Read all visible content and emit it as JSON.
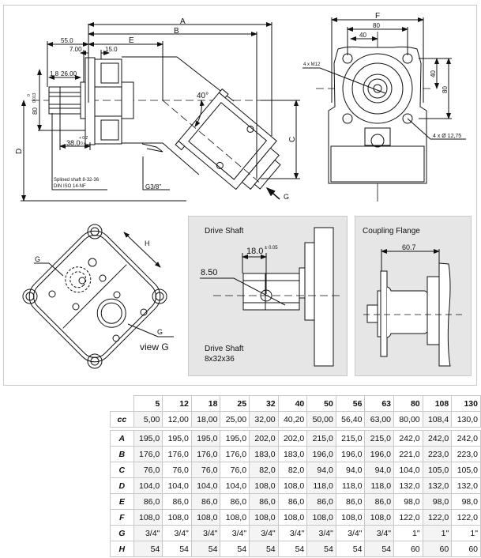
{
  "drawing": {
    "side_view": {
      "dim_labels": {
        "A": "A",
        "B": "B",
        "E": "E",
        "C": "C",
        "D": "D",
        "d55": "55.0",
        "d7": "7.00",
        "d15": "15.0",
        "d1_8": "1.8",
        "d26": "26.00",
        "d80": "80",
        "tol_80_upper": "0",
        "tol_80_lower": "0,013",
        "d38": "38.0",
        "tol_38_upper": "+ 0.2",
        "tol_38_lower": "0.4",
        "angle": "40°",
        "port": "G3/8\"",
        "view_arrow": "G"
      },
      "note_line1": "Splined shaft 8-32-36",
      "note_line2": "DIN ISO 14-NF"
    },
    "front_view": {
      "dim_labels": {
        "F": "F",
        "d80h": "80",
        "d40h": "40",
        "d40v": "40",
        "d80v": "80"
      },
      "thread_callout": "4 x M12",
      "hole_callout": "4 x  Ø 12,75"
    },
    "port_view": {
      "labels": {
        "H": "H",
        "G_left": "G",
        "G_right": "G",
        "view": "view G"
      }
    },
    "drive_shaft_panel": {
      "title": "Drive Shaft",
      "dim_length": "18.0",
      "dim_tol": "± 0.05",
      "dim_pin": "8.50",
      "caption_line1": "Drive Shaft",
      "caption_line2": "8x32x36"
    },
    "coupling_panel": {
      "title": "Coupling Flange",
      "dim_length": "60.7"
    }
  },
  "table": {
    "columns": [
      "5",
      "12",
      "18",
      "25",
      "32",
      "40",
      "50",
      "56",
      "63",
      "80",
      "108",
      "130"
    ],
    "cc_row": {
      "label": "cc",
      "values": [
        "5,00",
        "12,00",
        "18,00",
        "25,00",
        "32,00",
        "40,20",
        "50,00",
        "56,40",
        "63,00",
        "80,00",
        "108,4",
        "130,0"
      ]
    },
    "rows": [
      {
        "label": "A",
        "values": [
          "195,0",
          "195,0",
          "195,0",
          "195,0",
          "202,0",
          "202,0",
          "215,0",
          "215,0",
          "215,0",
          "242,0",
          "242,0",
          "242,0"
        ]
      },
      {
        "label": "B",
        "values": [
          "176,0",
          "176,0",
          "176,0",
          "176,0",
          "183,0",
          "183,0",
          "196,0",
          "196,0",
          "196,0",
          "221,0",
          "223,0",
          "223,0"
        ]
      },
      {
        "label": "C",
        "values": [
          "76,0",
          "76,0",
          "76,0",
          "76,0",
          "82,0",
          "82,0",
          "94,0",
          "94,0",
          "94,0",
          "104,0",
          "105,0",
          "105,0"
        ]
      },
      {
        "label": "D",
        "values": [
          "104,0",
          "104,0",
          "104,0",
          "104,0",
          "108,0",
          "108,0",
          "118,0",
          "118,0",
          "118,0",
          "132,0",
          "132,0",
          "132,0"
        ]
      },
      {
        "label": "E",
        "values": [
          "86,0",
          "86,0",
          "86,0",
          "86,0",
          "86,0",
          "86,0",
          "86,0",
          "86,0",
          "86,0",
          "98,0",
          "98,0",
          "98,0"
        ]
      },
      {
        "label": "F",
        "values": [
          "108,0",
          "108,0",
          "108,0",
          "108,0",
          "108,0",
          "108,0",
          "108,0",
          "108,0",
          "108,0",
          "122,0",
          "122,0",
          "122,0"
        ]
      },
      {
        "label": "G",
        "values": [
          "3/4\"",
          "3/4\"",
          "3/4\"",
          "3/4\"",
          "3/4\"",
          "3/4\"",
          "3/4\"",
          "3/4\"",
          "3/4\"",
          "1\"",
          "1\"",
          "1\""
        ]
      },
      {
        "label": "H",
        "values": [
          "54",
          "54",
          "54",
          "54",
          "54",
          "54",
          "54",
          "54",
          "54",
          "60",
          "60",
          "60"
        ]
      }
    ]
  }
}
